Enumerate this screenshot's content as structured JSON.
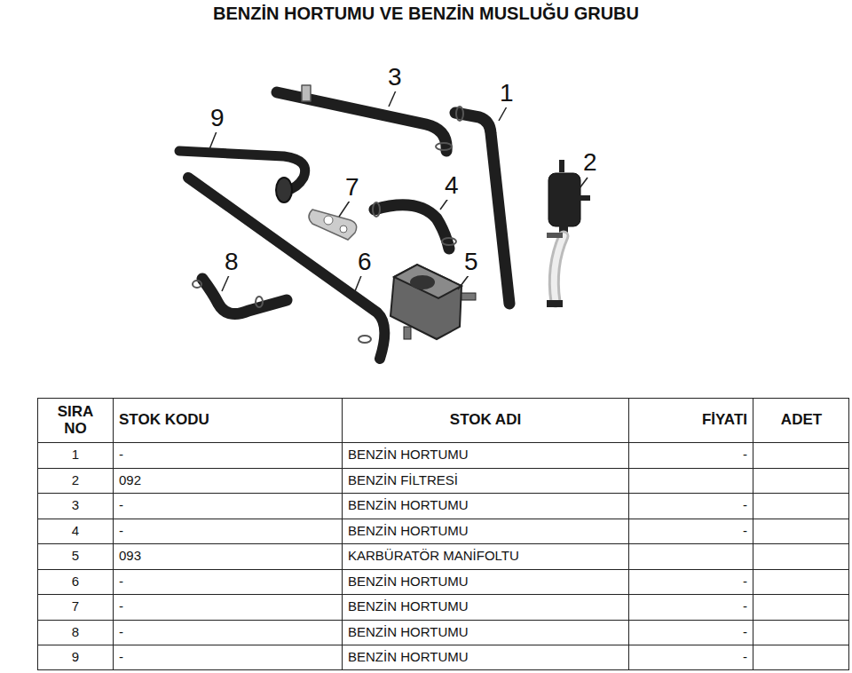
{
  "diagram": {
    "title": "BENZİN HORTUMU VE BENZİN MUSLUĞU GRUBU",
    "labels": [
      "9",
      "3",
      "1",
      "2",
      "7",
      "4",
      "8",
      "6",
      "5",
      "SIRA NO",
      "STOK KODU",
      "STOK ADI",
      "FİYATI",
      "ADET",
      "1",
      "-",
      "BENZİN HORTUMU",
      "-",
      "2",
      "092",
      "BENZİN FİLTRESİ",
      "3",
      "-",
      "BENZİN HORTUMU",
      "-",
      "4",
      "-",
      "BENZİN HORTUMU",
      "-",
      "5",
      "093",
      "KARBÜRATÖR MANİFOLTU",
      "6",
      "-",
      "BENZİN HORTUMU",
      "-",
      "7",
      "-",
      "BENZİN HORTUMU",
      "-",
      "8",
      "-",
      "BENZİN HORTUMU",
      "-",
      "9",
      "-",
      "BENZİN HORTUMU",
      "-"
    ]
  }
}
